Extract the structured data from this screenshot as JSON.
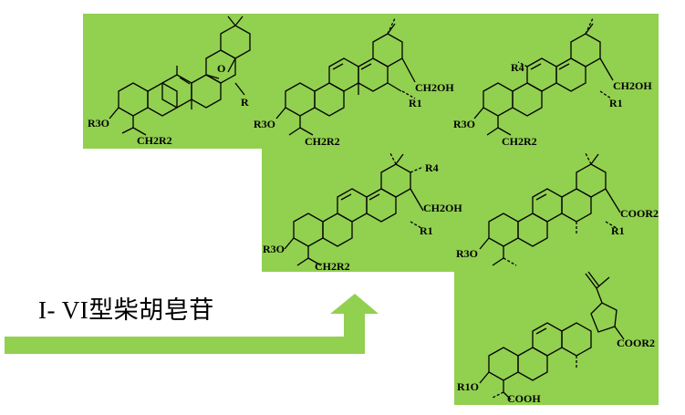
{
  "caption": "I- VI型柴胡皂苷",
  "colors": {
    "panel": "#92d050",
    "arrow": "#92d050",
    "ink": "#000000"
  },
  "structures": [
    {
      "labels": [
        "O",
        "R",
        "R3O",
        "CH2R2"
      ]
    },
    {
      "labels": [
        "CH2OH",
        "R1",
        "R3O",
        "CH2R2"
      ]
    },
    {
      "labels": [
        "R4",
        "CH2OH",
        "R1",
        "R3O",
        "CH2R2"
      ]
    },
    {
      "labels": [
        "R4",
        "CH2OH",
        "R1",
        "R3O",
        "CH2R2"
      ]
    },
    {
      "labels": [
        "COOR2",
        "R1",
        "R3O"
      ]
    },
    {
      "labels": [
        "COOR2",
        "R1O",
        "COOH"
      ]
    }
  ]
}
